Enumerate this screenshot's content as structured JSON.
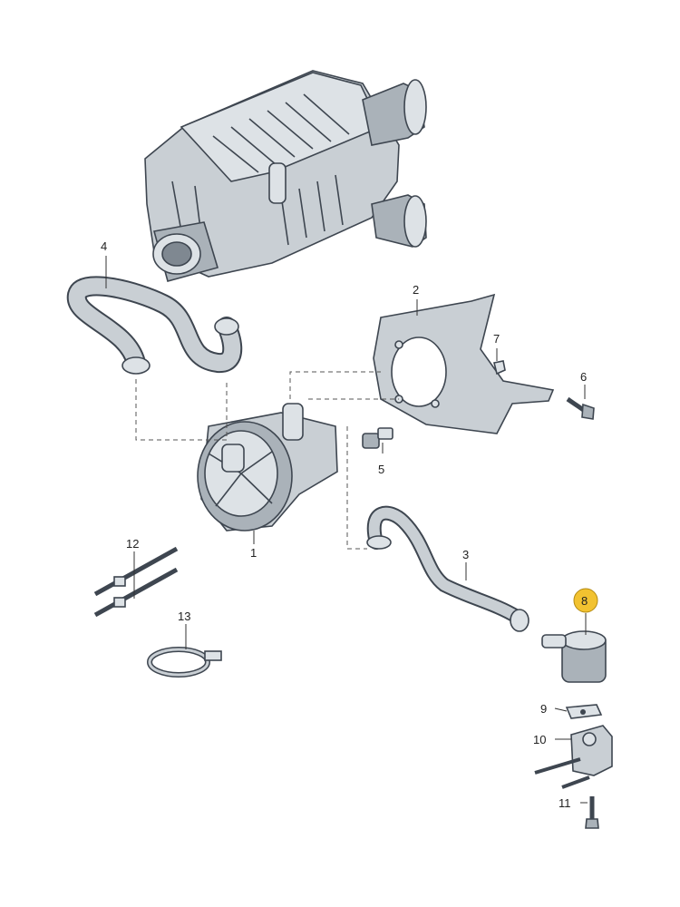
{
  "diagram": {
    "callouts": [
      {
        "id": "1",
        "text": "1"
      },
      {
        "id": "2",
        "text": "2"
      },
      {
        "id": "3",
        "text": "3"
      },
      {
        "id": "4",
        "text": "4"
      },
      {
        "id": "5",
        "text": "5"
      },
      {
        "id": "6",
        "text": "6"
      },
      {
        "id": "7",
        "text": "7"
      },
      {
        "id": "8",
        "text": "8",
        "highlight": "#f2c230"
      },
      {
        "id": "9",
        "text": "9"
      },
      {
        "id": "10",
        "text": "10"
      },
      {
        "id": "11",
        "text": "11"
      },
      {
        "id": "12",
        "text": "12"
      },
      {
        "id": "13",
        "text": "13"
      }
    ],
    "colors": {
      "part_fill": "#c9cfd4",
      "outline": "#3e4650",
      "highlight": "#f2c230"
    }
  }
}
